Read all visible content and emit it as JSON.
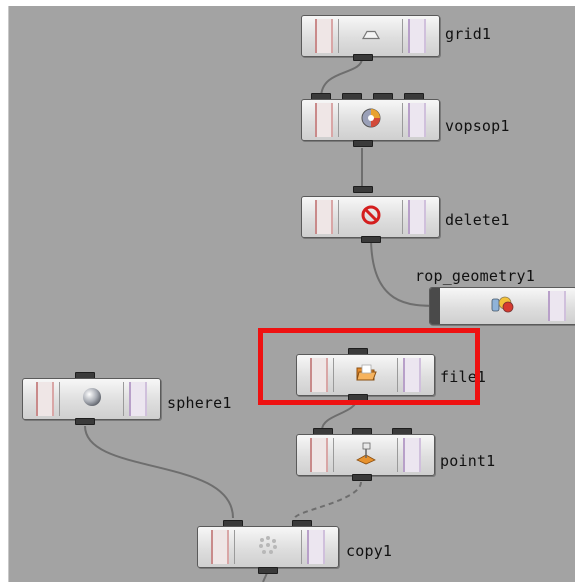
{
  "network": {
    "nodes": [
      {
        "key": "grid",
        "name": "grid1",
        "icon": "grid-icon"
      },
      {
        "key": "vopsop",
        "name": "vopsop1",
        "icon": "vop-ball-icon"
      },
      {
        "key": "delete",
        "name": "delete1",
        "icon": "delete-prohibit-icon"
      },
      {
        "key": "rop",
        "name": "rop_geometry1",
        "icon": "render-geometry-icon"
      },
      {
        "key": "file",
        "name": "file1",
        "icon": "file-folder-icon"
      },
      {
        "key": "sphere",
        "name": "sphere1",
        "icon": "sphere-icon"
      },
      {
        "key": "point",
        "name": "point1",
        "icon": "point-icon"
      },
      {
        "key": "copy",
        "name": "copy1",
        "icon": "copy-stamp-icon"
      }
    ],
    "selected_node": "file1",
    "highlight_color": "#ee1111",
    "background_color": "#a3a3a3"
  }
}
